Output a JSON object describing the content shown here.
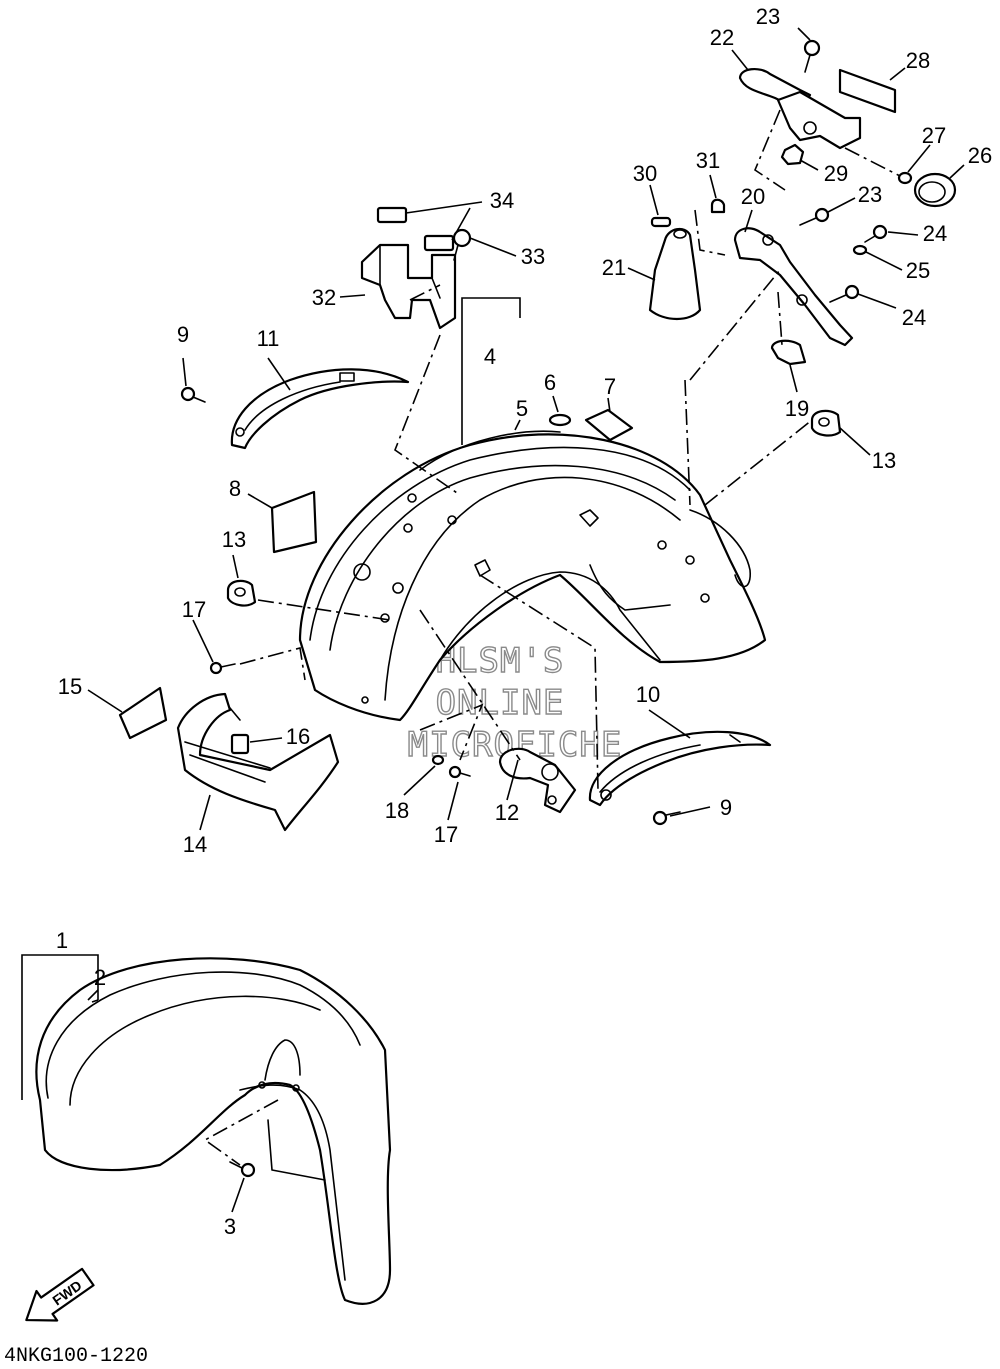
{
  "diagram": {
    "code": "4NKG100-1220",
    "fwd_label": "FWD",
    "watermark": [
      "HLSM'S",
      "ONLINE",
      "MICROFICHE"
    ],
    "callouts": {
      "c1": "1",
      "c2": "2",
      "c3": "3",
      "c4": "4",
      "c5": "5",
      "c6": "6",
      "c7": "7",
      "c8": "8",
      "c9a": "9",
      "c9b": "9",
      "c10": "10",
      "c11": "11",
      "c12": "12",
      "c13a": "13",
      "c13b": "13",
      "c14": "14",
      "c15": "15",
      "c16": "16",
      "c17a": "17",
      "c17b": "17",
      "c18": "18",
      "c19": "19",
      "c20": "20",
      "c21": "21",
      "c22": "22",
      "c23a": "23",
      "c23b": "23",
      "c24a": "24",
      "c24b": "24",
      "c25": "25",
      "c26": "26",
      "c27": "27",
      "c28": "28",
      "c29": "29",
      "c30": "30",
      "c31": "31",
      "c32": "32",
      "c33": "33",
      "c34": "34"
    }
  }
}
